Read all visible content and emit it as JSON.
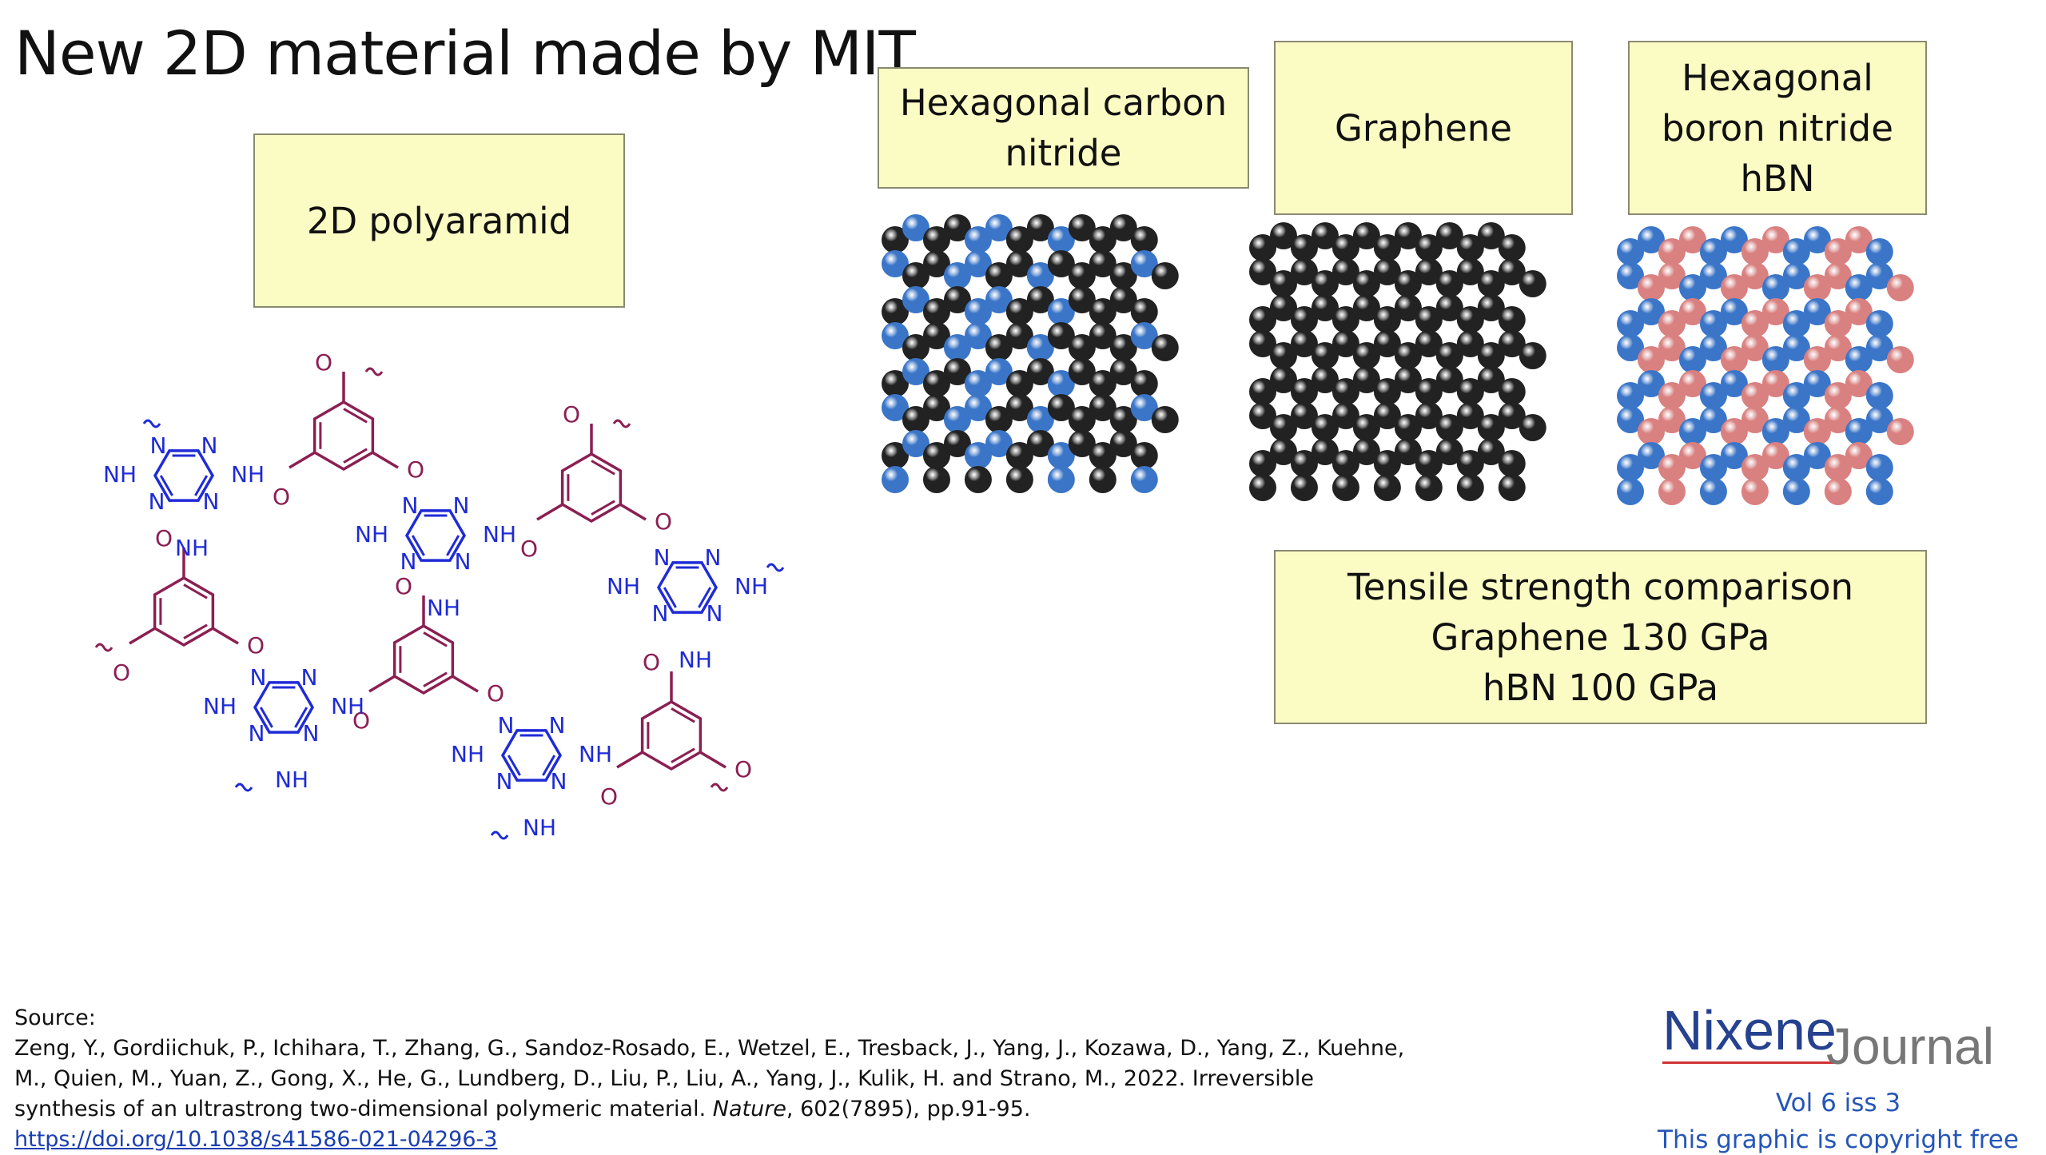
{
  "slide": {
    "title": "New 2D material made by MIT",
    "labels": {
      "polyaramid": "2D polyaramid",
      "hcn": "Hexagonal carbon\nnitride",
      "graphene": "Graphene",
      "hbn": "Hexagonal\nboron nitride\nhBN",
      "tensile": "Tensile strength comparison\nGraphene 130 GPa\nhBN 100 GPa"
    }
  },
  "molecule": {
    "atom_NH": "NH",
    "atom_N": "N",
    "atom_O": "O",
    "colors": {
      "aramid": "#8b1f52",
      "triazine": "#1f2bd6"
    }
  },
  "lattice_colors": {
    "carbon": "#222222",
    "nitrogen": "#3a75c8",
    "boron": "#d98080",
    "bond": "#d6d6d6"
  },
  "source": {
    "heading": "Source:",
    "citation_before": "Zeng, Y., Gordiichuk, P., Ichihara, T., Zhang, G., Sandoz-Rosado, E., Wetzel, E., Tresback, J., Yang, J., Kozawa, D., Yang, Z., Kuehne, M., Quien, M., Yuan, Z., Gong, X., He, G., Lundberg, D., Liu, P., Liu, A., Yang, J., Kulik, H. and Strano, M., 2022. Irreversible synthesis of an ultrastrong two-dimensional polymeric material. ",
    "journal": "Nature",
    "citation_after": ", 602(7895), pp.91-95.",
    "doi": "https://doi.org/10.1038/s41586-021-04296-3"
  },
  "brand": {
    "name_a": "Nixene",
    "name_b": "Journal",
    "vol": "Vol 6 iss 3",
    "copyright": "This graphic is copyright free"
  }
}
